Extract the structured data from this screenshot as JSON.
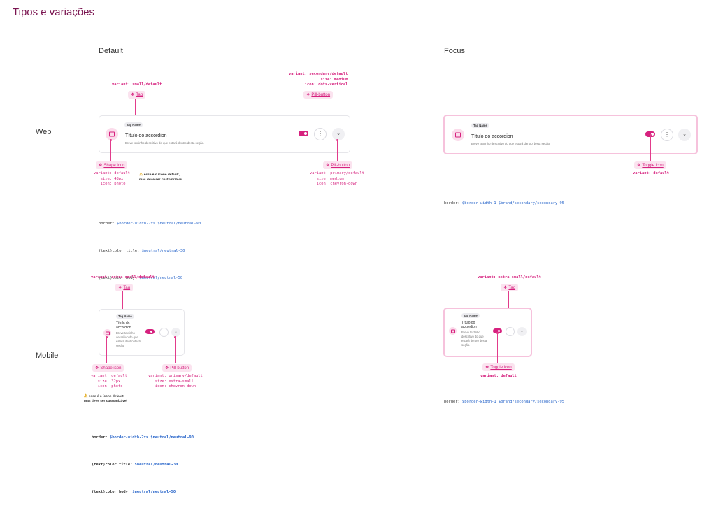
{
  "title": "Tipos e variações",
  "columns": {
    "default": "Default",
    "focus": "Focus"
  },
  "rows": {
    "web": "Web",
    "mobile": "Mobile"
  },
  "card": {
    "tag": "Tag Name",
    "title": "Título do accordion",
    "body": "Breve textinho descritivo do que estará dentro desta seção.",
    "title_mobile": "Título do accordion",
    "body_mobile": "Breve textinho descritivo do que estará dentro desta seção."
  },
  "badges": {
    "tag": "Tag",
    "pill_button": "Pill-button",
    "shape_icon": "Shape icon",
    "toggle_icon": "Toggle icon"
  },
  "specs": {
    "web_tag": "variant: small/default",
    "web_pill_top": "variant: secondary/default\n   size: medium\n   icon: dots-vertical",
    "web_shape": "variant: default\n   size: 48px\n   icon: photo",
    "web_pill_bottom": "variant: primary/default\n   size: medium\n   icon: chevron-down",
    "web_toggle": "variant: default",
    "mob_tag": "variant: extra small/default",
    "mob_tag_focus": "variant: extra small/default",
    "mob_shape": "variant: default\n   size: 32px\n   icon: photo",
    "mob_pill": "variant: primary/default\n   size: extra-small\n   icon: chevron-down",
    "mob_toggle": "variant: default"
  },
  "notes": {
    "warn_web": "esse é o ícone default,\nmas deve ser customizável",
    "warn_mob": "esse é o ícone default,\nmas deve ser customizável"
  },
  "tokens": {
    "default": [
      {
        "label": "border: ",
        "value": "$border-width-2xs $neutral/neutral-90"
      },
      {
        "label": "(text)color title: ",
        "value": "$neutral/neutral-30"
      },
      {
        "label": "(text)color body: ",
        "value": "$neutral/neutral-50"
      }
    ],
    "focus": {
      "label": "border: ",
      "value": "$border-width-1 $brand/secondary/secondary-95"
    }
  },
  "icons": [
    "diamond-icon",
    "photo-icon",
    "dots-vertical-icon",
    "chevron-down-icon",
    "warning-icon"
  ],
  "colors": {
    "accent": "#d6217e",
    "title": "#7a1450",
    "token_value": "#2563c9",
    "focus_border": "#f6c2dc"
  }
}
